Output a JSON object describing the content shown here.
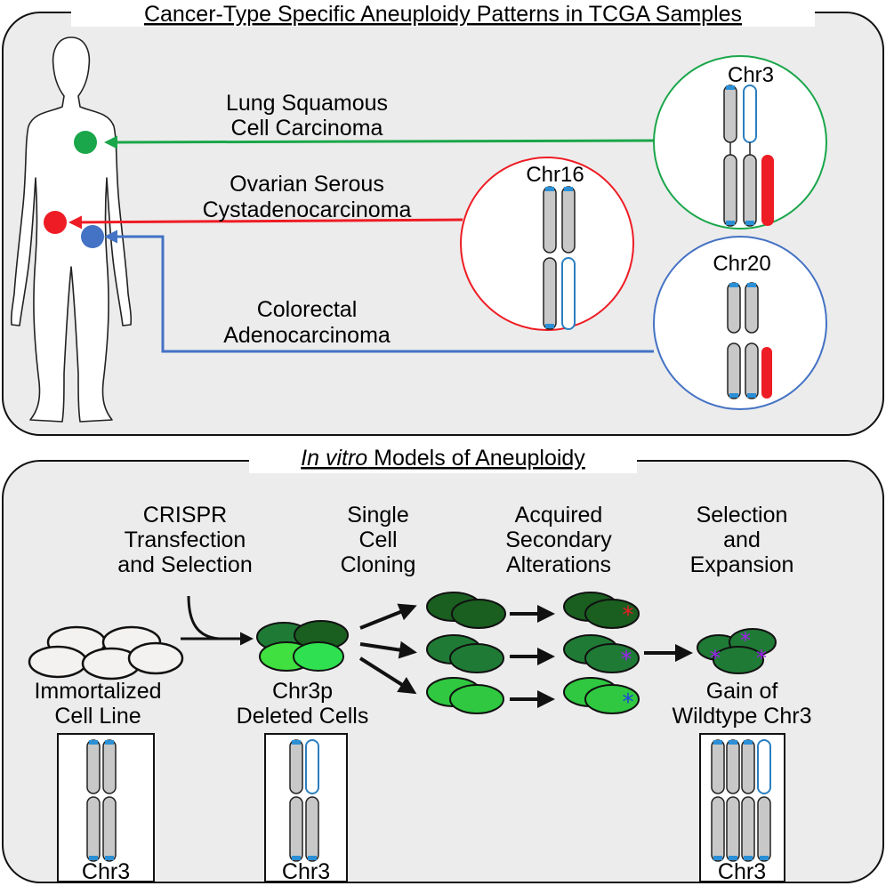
{
  "top_panel": {
    "title": "Cancer-Type Specific Aneuploidy Patterns in TCGA Samples",
    "cancers": [
      {
        "line1": "Lung Squamous",
        "line2": "Cell Carcinoma",
        "color": "#1aa64a"
      },
      {
        "line1": "Ovarian Serous",
        "line2": "Cystadenocarcinoma",
        "color": "#ee1c24"
      },
      {
        "line1": "Colorectal",
        "line2": "Adenocarcinoma",
        "color": "#4472c4"
      }
    ],
    "insets": [
      {
        "label": "Chr3",
        "color": "#1aa64a"
      },
      {
        "label": "Chr16",
        "color": "#ee1c24"
      },
      {
        "label": "Chr20",
        "color": "#4472c4"
      }
    ]
  },
  "bottom_panel": {
    "title_italic": "In vitro",
    "title_rest": " Models of Aneuploidy",
    "steps": [
      {
        "lines": [
          "CRISPR",
          "Transfection",
          "and Selection"
        ]
      },
      {
        "lines": [
          "Single",
          "Cell",
          "Cloning"
        ]
      },
      {
        "lines": [
          "Acquired",
          "Secondary",
          "Alterations"
        ]
      },
      {
        "lines": [
          "Selection",
          "and",
          "Expansion"
        ]
      }
    ],
    "cell_labels": [
      {
        "line1": "Immortalized",
        "line2": "Cell Line"
      },
      {
        "line1": "Chr3p",
        "line2": "Deleted Cells"
      },
      {
        "line1": "Gain of",
        "line2": "Wildtype Chr3"
      }
    ],
    "karyotype_boxes": [
      {
        "label": "Chr3"
      },
      {
        "label": "Chr3"
      },
      {
        "label": "Chr3"
      }
    ]
  },
  "colors": {
    "panel_fill": "#ececec",
    "chromosome_fill": "#c8c8c8",
    "telomere": "#2b8fd6",
    "deleted_outline": "#2b7fc0",
    "gain_bar": "#ee1c24",
    "star_red": "#ee1c24",
    "star_purple": "#a020f0",
    "star_blue": "#1f3fe0"
  }
}
